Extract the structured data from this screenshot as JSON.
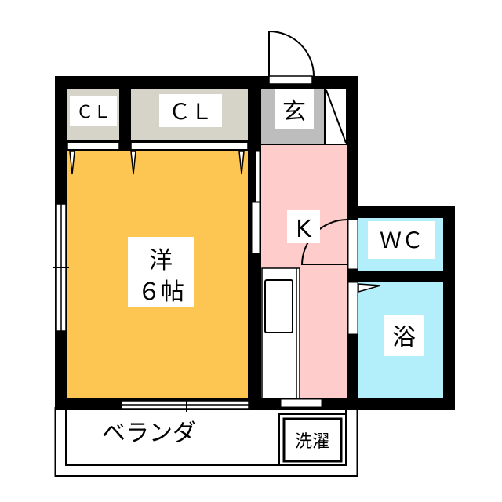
{
  "floor_plan": {
    "colors": {
      "wall": "#000000",
      "western_room": "#FDC652",
      "closet": "#D6D4C8",
      "entrance": "#BDBDBD",
      "kitchen": "#FFCCCC",
      "wet_area": "#B3EEFB",
      "label_bg": "#FFFFFF"
    },
    "rooms": {
      "closet_small": {
        "label": "ＣＬ"
      },
      "closet_large": {
        "label": "ＣＬ"
      },
      "entrance": {
        "label": "玄"
      },
      "western_room": {
        "label_line1": "洋",
        "label_line2": "６帖"
      },
      "kitchen": {
        "label": "K"
      },
      "toilet": {
        "label": "ＷＣ"
      },
      "bath": {
        "label": "浴"
      },
      "balcony": {
        "label": "ベランダ"
      },
      "washer": {
        "label": "洗濯"
      }
    }
  }
}
